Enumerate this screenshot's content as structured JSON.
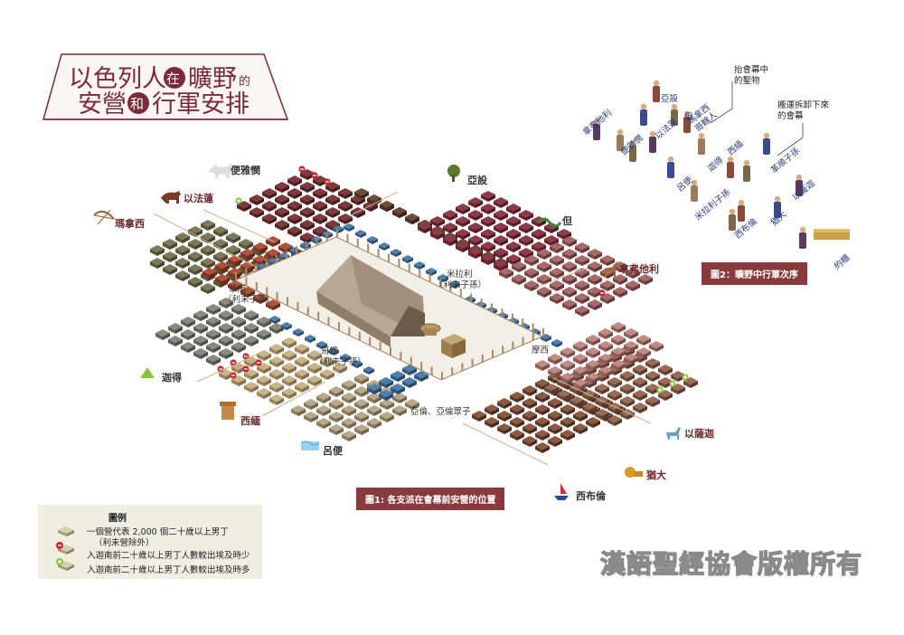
{
  "title": {
    "line1_a": "以色列人",
    "line1_badge": "在",
    "line1_b": "曠野",
    "line1_small": "的",
    "line2_a": "安營",
    "line2_badge": "和",
    "line2_b": "行軍安排"
  },
  "tribes": {
    "benjamin": "便雅憫",
    "ephraim": "以法蓮",
    "manasseh": "瑪拿西",
    "asher": "亞設",
    "dan": "但",
    "naphtali": "拿弗他利",
    "gad": "迦得",
    "simeon": "西緬",
    "reuben": "呂便",
    "issachar": "以薩迦",
    "judah": "猶大",
    "zebulun": "西布倫"
  },
  "levites": {
    "gershon": "革順",
    "gershon_sub": "（利未子孫）",
    "merari": "米拉利",
    "merari_sub": "（利未子孫）",
    "kohath": "哥轄",
    "kohath_sub": "（利未子孫）",
    "moses": "摩西",
    "aaron": "亞倫、亞倫眾子"
  },
  "figure1_caption": "圖1: 各支派在會幕前安營的位置",
  "figure2": {
    "caption": "圖2：曠野中行軍次序",
    "note_holy": "抬會幕中\n的聖物",
    "note_tabernacle": "搬運拆卸下來\n的會幕",
    "names": [
      "亞設",
      "但",
      "拿弗他利",
      "便雅憫",
      "以法蓮",
      "瑪拿西",
      "哥轄人",
      "迦得",
      "西緬",
      "呂便",
      "革順子孫",
      "米拉利子孫",
      "西布倫",
      "以薩迦",
      "猶大",
      "約櫃"
    ]
  },
  "legend": {
    "heading": "圖例",
    "item1": "一個營代表 2,000 個二十歲以上男丁",
    "item1_sub": "（利未營除外）",
    "item2": "入迦南前二十歲以上男丁人數較出埃及時少",
    "item3": "入迦南前二十歲以上男丁人數較出埃及時多"
  },
  "copyright": "漢語聖經協會版權所有",
  "colors": {
    "title": "#7b2a37",
    "caption_bg": "#8a3a3c",
    "levite_tent": "#3f6f9a",
    "legend_bg": "#f0ede3"
  }
}
